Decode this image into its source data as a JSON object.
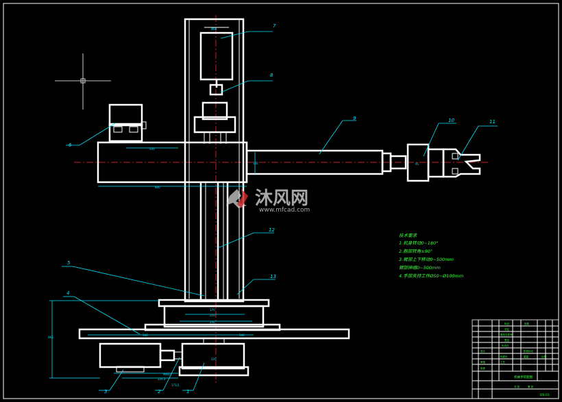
{
  "drawing": {
    "part_labels": [
      "1",
      "2",
      "3",
      "4",
      "5",
      "6",
      "7",
      "8",
      "9",
      "10",
      "11",
      "12",
      "13"
    ],
    "dimensions": {
      "cylinder_top": "Ø86",
      "arm_length": "545",
      "arm_overall": "800",
      "arm_height": "132",
      "gripper_dim": "91",
      "base_upper_1": "170",
      "base_upper_2": "210",
      "base_upper_3": "250",
      "base_width_1": "346",
      "base_width_2": "346",
      "height_total": "665",
      "motor_1": "90x11",
      "motor_2": "226.3",
      "motor_3": "173.5",
      "drive_w": "220"
    },
    "tech_notes": {
      "title": "技术要求",
      "lines": [
        "1.机身转动0~180°",
        "2.腕部转角±90°",
        "3.臂部上下移动0~500mm",
        "  臂部伸缩0~500mm",
        "4.手部夹持工件Ø50~Ø100mm"
      ]
    },
    "title_block": {
      "drawing_name": "机械手装配图",
      "drawing_no": "DS-01",
      "cells": [
        "标记",
        "处数",
        "分区",
        "更改文件号",
        "签名",
        "年月日",
        "设计",
        "标准化",
        "审核",
        "工艺",
        "批准",
        "阶段标记",
        "重量",
        "比例",
        "共 张",
        "第 张"
      ]
    },
    "watermark": {
      "brand": "沐风网",
      "url": "www.mfcad.com"
    },
    "colors": {
      "outline": "#ffffff",
      "leader": "#00e5ff",
      "centerline": "#ff2a2a",
      "notes": "#3cff3c",
      "background": "#000000"
    }
  }
}
